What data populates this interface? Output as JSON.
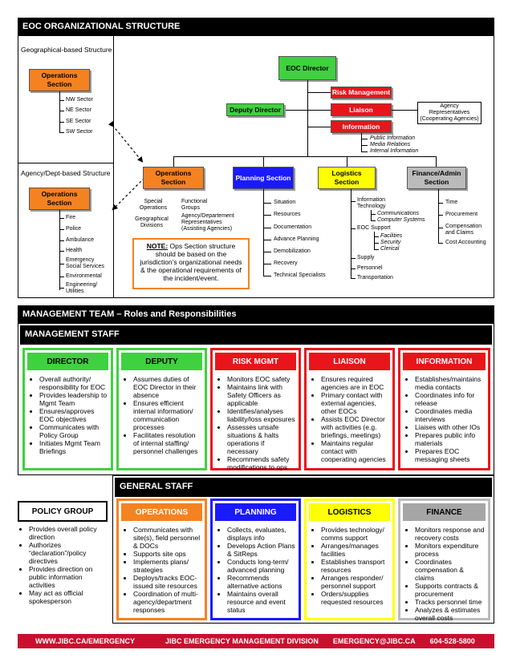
{
  "header": {
    "title": "EOC ORGANIZATIONAL STRUCTURE"
  },
  "geo": {
    "label": "Geographical-based Structure",
    "ops_box": "Operations Section",
    "sectors": [
      "NW Sector",
      "NE Sector",
      "SE Sector",
      "SW Sector"
    ]
  },
  "agency": {
    "label": "Agency/Dept-based Structure",
    "ops_box": "Operations Section",
    "items": [
      "Fire",
      "Police",
      "Ambulance",
      "Health",
      "Emergency Social Services",
      "Environmental",
      "Engineering/ Utilities"
    ]
  },
  "org": {
    "eoc_director": "EOC Director",
    "risk_management": "Risk Management",
    "deputy_director": "Deputy Director",
    "liaison": "Liaison",
    "agency_reps": "Agency Representatives (Cooperating Agencies)",
    "information": "Information",
    "info_items": [
      "Public Information",
      "Media Relations",
      "Internal Information"
    ],
    "sections": {
      "operations": "Operations Section",
      "planning": "Planning Section",
      "logistics": "Logistics Section",
      "finance": "Finance/Admin Section"
    },
    "ops_sub": [
      "Special Operations",
      "Functional Groups",
      "Geographical Divisions",
      "Agency/Departement Representatives (Assisting Agencies)"
    ],
    "note_label": "NOTE:",
    "note_text": " Ops Section structure should be based on the jurisdiction’s organizational needs & the operational requirements of the incident/event.",
    "planning_items": [
      "Situation",
      "Resources",
      "Documentation",
      "Advance Planning",
      "Demobilization",
      "Recovery",
      "Technical Specialists"
    ],
    "logistics_items": [
      "Information Technology",
      "EOC Support",
      "Supply",
      "Personnel",
      "Transportation"
    ],
    "logistics_it_sub": [
      "Communications",
      "Computer Systems"
    ],
    "logistics_eoc_sub": [
      "Facilities",
      "Security",
      "Clerical"
    ],
    "finance_items": [
      "Time",
      "Procurement",
      "Compensation and Claims",
      "Cost Accounting"
    ]
  },
  "mgmt": {
    "title": "MANAGEMENT TEAM – Roles and Responsibilities",
    "staff_label": "MANAGEMENT STAFF",
    "cards": [
      {
        "title": "DIRECTOR",
        "items": [
          "Overall authority/ responsibility for EOC",
          "Provides leadership to Mgmt Team",
          "Ensures/approves EOC objectives",
          "Communicates with Policy Group",
          "Initiates Mgmt Team Briefings"
        ]
      },
      {
        "title": "DEPUTY",
        "items": [
          "Assumes duties of EOC Director in their absence",
          "Ensures efficient internal information/ communication processes",
          "Facilitates resolution of internal staffing/ personnel challenges"
        ]
      },
      {
        "title": "RISK MGMT",
        "items": [
          "Monitors EOC safety",
          "Maintains link with Safety Officers as applicable",
          "Identifies/analyses liability/loss exposures",
          "Assesses unsafe situations & halts operations if necessary",
          "Recommends safety modifications to ops"
        ]
      },
      {
        "title": "LIAISON",
        "items": [
          "Ensures required agencies are in EOC",
          "Primary contact with external agencies, other EOCs",
          "Assists EOC Director with activities (e.g. briefings, meetings)",
          "Maintains regular contact with cooperating agencies"
        ]
      },
      {
        "title": "INFORMATION",
        "items": [
          "Establishes/maintains media contacts",
          "Coordinates info for release",
          "Coordinates media interviews",
          "Liaises with other IOs",
          "Prepares public info materials",
          "Prepares EOC messaging sheets"
        ]
      }
    ]
  },
  "general": {
    "label": "GENERAL STAFF",
    "policy": {
      "title": "POLICY GROUP",
      "items": [
        "Provides overall policy direction",
        "Authorizes “declaration”/policy directives",
        "Provides direction on public information activities",
        "May act as official spokesperson"
      ]
    },
    "cards": [
      {
        "title": "OPERATIONS",
        "items": [
          "Communicates with site(s), field personnel & DOCs",
          "Supports site ops",
          "Implements plans/ strategies",
          "Deploys/tracks EOC-issued site resources",
          "Coordination of multi-agency/department responses"
        ]
      },
      {
        "title": "PLANNING",
        "items": [
          "Collects, evaluates, displays info",
          "Develops Action Plans & SitReps",
          "Conducts long-term/ advanced planning",
          "Recommends alternative actions",
          "Maintains overall resource and event status"
        ]
      },
      {
        "title": "LOGISTICS",
        "items": [
          "Provides technology/ comms support",
          "Arranges/manages facilities",
          "Establishes transport resources",
          "Arranges responder/ personnel support",
          "Orders/supplies requested resources"
        ]
      },
      {
        "title": "FINANCE",
        "items": [
          "Monitors response and recovery costs",
          "Monitors expenditure process",
          "Coordinates compensation & claims",
          "Supports contracts & procurement",
          "Tracks personnel time",
          "Analyzes & estimates overall costs"
        ]
      }
    ]
  },
  "footer": {
    "website": "WWW.JIBC.CA/EMERGENCY",
    "division": "JIBC EMERGENCY MANAGEMENT DIVISION",
    "email": "EMERGENCY@JIBC.CA",
    "phone": "604-528-5800"
  },
  "colors": {
    "orange": "#f58220",
    "green": "#3fd13f",
    "red": "#e8151b",
    "blue": "#1a1aff",
    "yellow": "#ffff00",
    "gray": "#bbbbbb",
    "footer": "#c8102e"
  }
}
